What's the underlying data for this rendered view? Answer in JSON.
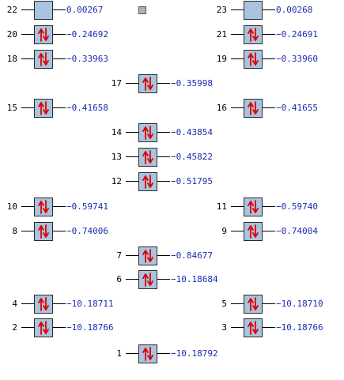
{
  "colors": {
    "box_fill": "#a8c4de",
    "box_border": "#2b2b2b",
    "arrow": "#e00000",
    "energy_text": "#1c2cb0",
    "index_text": "#000000",
    "legend_square": "#b0b0b0"
  },
  "icons": {
    "occupied": "up-down-arrows-icon",
    "virtual": "empty-box-icon"
  },
  "orbitals": [
    {
      "index": "22",
      "energy": "0.00267",
      "occupied": false,
      "column": "left"
    },
    {
      "index": "23",
      "energy": "0.00268",
      "occupied": false,
      "column": "right"
    },
    {
      "index": "20",
      "energy": "−0.24692",
      "occupied": true,
      "column": "left"
    },
    {
      "index": "21",
      "energy": "−0.24691",
      "occupied": true,
      "column": "right"
    },
    {
      "index": "18",
      "energy": "−0.33963",
      "occupied": true,
      "column": "left"
    },
    {
      "index": "19",
      "energy": "−0.33960",
      "occupied": true,
      "column": "right"
    },
    {
      "index": "17",
      "energy": "−0.35998",
      "occupied": true,
      "column": "center"
    },
    {
      "index": "15",
      "energy": "−0.41658",
      "occupied": true,
      "column": "left"
    },
    {
      "index": "16",
      "energy": "−0.41655",
      "occupied": true,
      "column": "right"
    },
    {
      "index": "14",
      "energy": "−0.43854",
      "occupied": true,
      "column": "center"
    },
    {
      "index": "13",
      "energy": "−0.45822",
      "occupied": true,
      "column": "center"
    },
    {
      "index": "12",
      "energy": "−0.51795",
      "occupied": true,
      "column": "center"
    },
    {
      "index": "10",
      "energy": "−0.59741",
      "occupied": true,
      "column": "left"
    },
    {
      "index": "11",
      "energy": "−0.59740",
      "occupied": true,
      "column": "right"
    },
    {
      "index": "8",
      "energy": "−0.74006",
      "occupied": true,
      "column": "left"
    },
    {
      "index": "9",
      "energy": "−0.74004",
      "occupied": true,
      "column": "right"
    },
    {
      "index": "7",
      "energy": "−0.84677",
      "occupied": true,
      "column": "center"
    },
    {
      "index": "6",
      "energy": "−10.18684",
      "occupied": true,
      "column": "center"
    },
    {
      "index": "4",
      "energy": "−10.18711",
      "occupied": true,
      "column": "left"
    },
    {
      "index": "5",
      "energy": "−10.18710",
      "occupied": true,
      "column": "right"
    },
    {
      "index": "2",
      "energy": "−10.18766",
      "occupied": true,
      "column": "left"
    },
    {
      "index": "3",
      "energy": "−10.18766",
      "occupied": true,
      "column": "right"
    },
    {
      "index": "1",
      "energy": "−10.18792",
      "occupied": true,
      "column": "center"
    }
  ]
}
